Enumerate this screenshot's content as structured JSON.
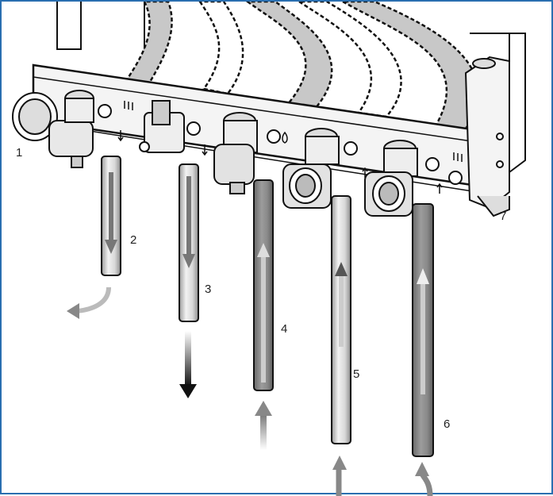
{
  "labels": {
    "one": "1",
    "two": "2",
    "three": "3",
    "four": "4",
    "five": "5",
    "six": "6",
    "seven": "7"
  },
  "colors": {
    "border": "#2a6fb0",
    "line": "#111111",
    "pipe_light": "#e6e6e6",
    "pipe_dark": "#8a8a8a",
    "hose_fill": "#c8c8c8",
    "arrow": "#888888",
    "arrow_dark": "#111111"
  }
}
